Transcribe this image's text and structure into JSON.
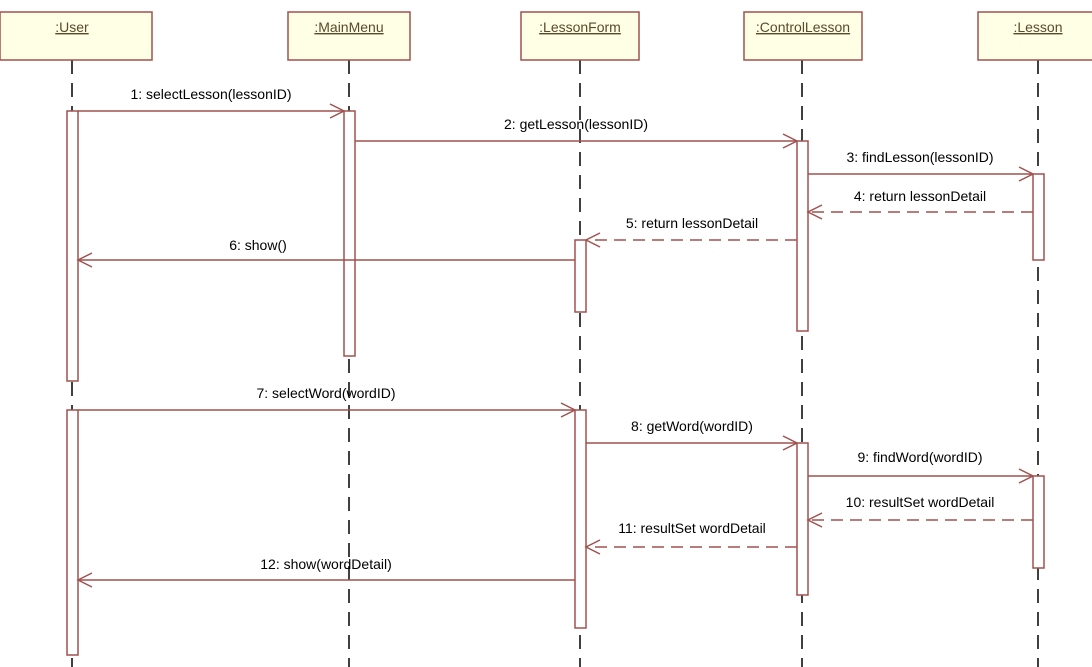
{
  "diagram": {
    "type": "sequence",
    "colors": {
      "box_fill": "#ffffe6",
      "box_stroke": "#a0524f",
      "message": "#a0524f",
      "lifeline": "#000000"
    },
    "objects": [
      {
        "id": "user",
        "label": ":User"
      },
      {
        "id": "mainmenu",
        "label": ":MainMenu"
      },
      {
        "id": "lessonform",
        "label": ":LessonForm"
      },
      {
        "id": "controllesson",
        "label": ":ControlLesson"
      },
      {
        "id": "lesson",
        "label": ":Lesson"
      }
    ],
    "messages": [
      {
        "label": "1: selectLesson(lessonID)",
        "from": "user",
        "to": "mainmenu",
        "kind": "call"
      },
      {
        "label": "2: getLesson(lessonID)",
        "from": "mainmenu",
        "to": "controllesson",
        "kind": "call"
      },
      {
        "label": "3: findLesson(lessonID)",
        "from": "controllesson",
        "to": "lesson",
        "kind": "call"
      },
      {
        "label": "4: return lessonDetail",
        "from": "lesson",
        "to": "controllesson",
        "kind": "return"
      },
      {
        "label": "5: return lessonDetail",
        "from": "controllesson",
        "to": "lessonform",
        "kind": "return"
      },
      {
        "label": "6: show()",
        "from": "lessonform",
        "to": "user",
        "kind": "call"
      },
      {
        "label": "7: selectWord(wordID)",
        "from": "user",
        "to": "lessonform",
        "kind": "call"
      },
      {
        "label": "8: getWord(wordID)",
        "from": "lessonform",
        "to": "controllesson",
        "kind": "call"
      },
      {
        "label": "9: findWord(wordID)",
        "from": "controllesson",
        "to": "lesson",
        "kind": "call"
      },
      {
        "label": "10: resultSet wordDetail",
        "from": "lesson",
        "to": "controllesson",
        "kind": "return"
      },
      {
        "label": "11: resultSet wordDetail",
        "from": "controllesson",
        "to": "lessonform",
        "kind": "return"
      },
      {
        "label": "12: show(wordDetail)",
        "from": "lessonform",
        "to": "user",
        "kind": "call"
      }
    ]
  }
}
